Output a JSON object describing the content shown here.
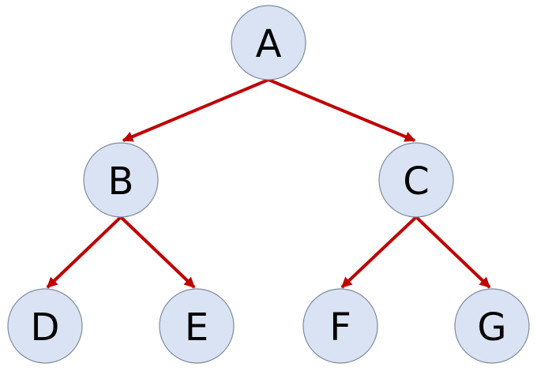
{
  "diagram": {
    "type": "binary-tree",
    "colors": {
      "node_fill": "#dae3f3",
      "node_stroke": "#7f8ba0",
      "edge": "#c00000",
      "label": "#000000"
    },
    "nodes": [
      {
        "id": "a",
        "label": "A"
      },
      {
        "id": "b",
        "label": "B"
      },
      {
        "id": "c",
        "label": "C"
      },
      {
        "id": "d",
        "label": "D"
      },
      {
        "id": "e",
        "label": "E"
      },
      {
        "id": "f",
        "label": "F"
      },
      {
        "id": "g",
        "label": "G"
      }
    ],
    "edges": [
      {
        "from": "A",
        "to": "B"
      },
      {
        "from": "A",
        "to": "C"
      },
      {
        "from": "B",
        "to": "D"
      },
      {
        "from": "B",
        "to": "E"
      },
      {
        "from": "C",
        "to": "F"
      },
      {
        "from": "C",
        "to": "G"
      }
    ]
  }
}
